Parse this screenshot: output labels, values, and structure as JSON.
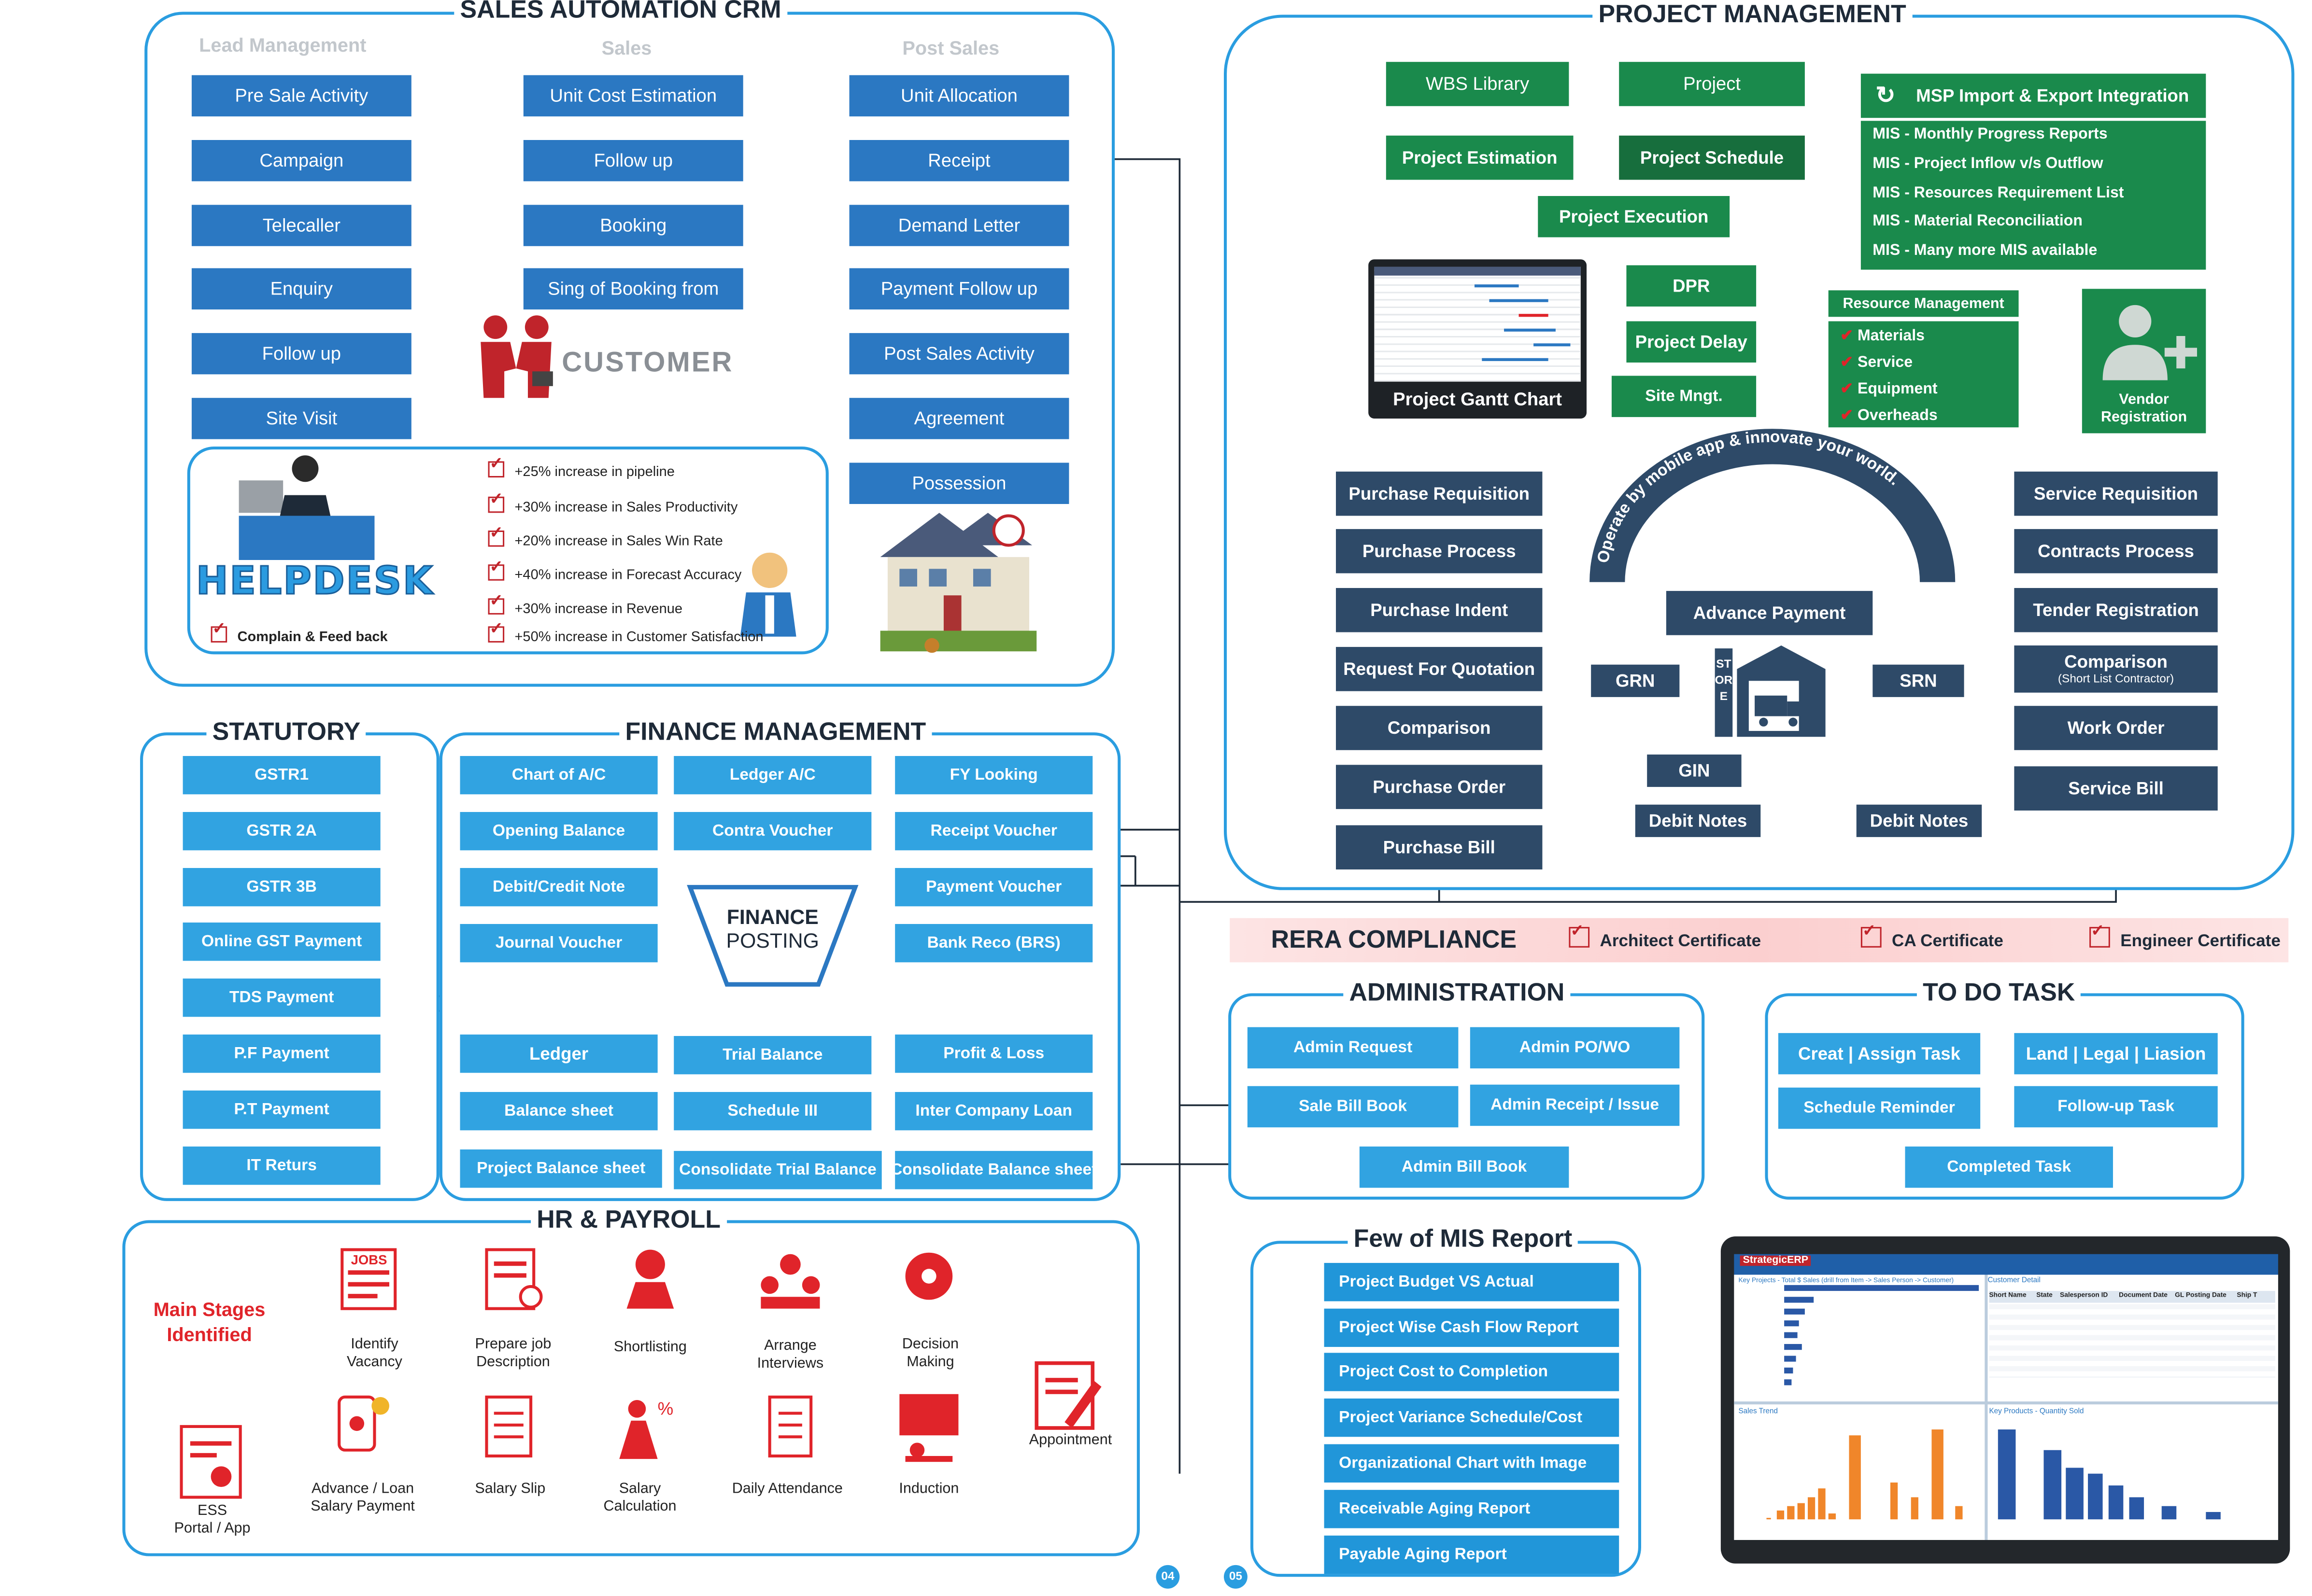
{
  "sales": {
    "title": "SALES AUTOMATION CRM",
    "col_lead": "Lead Management",
    "col_sales": "Sales",
    "col_post": "Post Sales",
    "lead": [
      "Pre Sale Activity",
      "Campaign",
      "Telecaller",
      "Enquiry",
      "Follow up",
      "Site Visit"
    ],
    "sales": [
      "Unit Cost Estimation",
      "Follow up",
      "Booking",
      "Sing of Booking from"
    ],
    "post": [
      "Unit Allocation",
      "Receipt",
      "Demand Letter",
      "Payment Follow up",
      "Post Sales Activity",
      "Agreement",
      "Possession"
    ],
    "customer": "CUSTOMER",
    "helpdesk": "HELPDESK",
    "complain": "Complain & Feed back",
    "benefits": [
      "+25% increase in pipeline",
      "+30% increase in Sales Productivity",
      "+20% increase in Sales Win Rate",
      "+40% increase in Forecast Accuracy",
      "+30% increase in Revenue",
      "+50% increase in Customer Satisfaction"
    ]
  },
  "statutory": {
    "title": "STATUTORY",
    "items": [
      "GSTR1",
      "GSTR 2A",
      "GSTR 3B",
      "Online GST Payment",
      "TDS Payment",
      "P.F Payment",
      "P.T Payment",
      "IT Returs"
    ]
  },
  "finance": {
    "title": "FINANCE MANAGEMENT",
    "row1": [
      "Chart of A/C",
      "Ledger A/C",
      "FY Looking"
    ],
    "row2": [
      "Opening Balance",
      "Contra Voucher",
      "Receipt Voucher"
    ],
    "left": [
      "Debit/Credit Note",
      "Journal Voucher"
    ],
    "right": [
      "Payment Voucher",
      "Bank Reco (BRS)"
    ],
    "posting1": "FINANCE",
    "posting2": "POSTING",
    "row5": [
      "Ledger",
      "Trial Balance",
      "Profit & Loss"
    ],
    "row6": [
      "Balance sheet",
      "Schedule III",
      "Inter Company Loan"
    ],
    "row7": [
      "Project Balance sheet",
      "Consolidate Trial Balance",
      "Consolidate Balance sheet"
    ]
  },
  "hr": {
    "title": "HR & PAYROLL",
    "main_stages": "Main Stages\nIdentified",
    "top": [
      "Identify\nVacancy",
      "Prepare job\nDescription",
      "Shortlisting",
      "Arrange\nInterviews",
      "Decision\nMaking"
    ],
    "appointment": "Appointment",
    "bottom": [
      "Advance / Loan\nSalary Payment",
      "Salary Slip",
      "Salary\nCalculation",
      "Daily Attendance",
      "Induction"
    ],
    "ess": "ESS\nPortal / App",
    "jobs": "JOBS"
  },
  "pm": {
    "title": "PROJECT MANAGEMENT",
    "wbs": "WBS Library",
    "project": "Project",
    "estimation": "Project Estimation",
    "schedule": "Project Schedule",
    "execution": "Project Execution",
    "msp": "MSP Import & Export Integration",
    "mis": [
      "MIS - Monthly Progress Reports",
      "MIS - Project Inflow v/s Outflow",
      "MIS - Resources Requirement List",
      "MIS - Material Reconciliation",
      "MIS - Many more MIS available"
    ],
    "gantt": "Project Gantt Chart",
    "dpr": "DPR",
    "delay": "Project Delay",
    "site": "Site Mngt.",
    "resource_title": "Resource Management",
    "resources": [
      "Materials",
      "Service",
      "Equipment",
      "Overheads"
    ],
    "vendor": "Vendor\nRegistration",
    "left": [
      "Purchase Requisition",
      "Purchase Process",
      "Purchase Indent",
      "Request For Quotation",
      "Comparison",
      "Purchase Order",
      "Purchase Bill"
    ],
    "right": [
      "Service Requisition",
      "Contracts Process",
      "Tender Registration",
      "Comparison",
      "Work Order",
      "Service Bill"
    ],
    "comparison_sub": "(Short List Contractor)",
    "arc": "Operate by mobile app & innovate your world.",
    "advance": "Advance Payment",
    "grn": "GRN",
    "gin": "GIN",
    "srn": "SRN",
    "debit": "Debit Notes",
    "store": "STORE"
  },
  "rera": {
    "title": "RERA COMPLIANCE",
    "items": [
      "Architect Certificate",
      "CA Certificate",
      "Engineer Certificate"
    ]
  },
  "admin": {
    "title": "ADMINISTRATION",
    "items": [
      "Admin Request",
      "Admin PO/WO",
      "Sale Bill Book",
      "Admin Receipt / Issue",
      "Admin Bill Book"
    ]
  },
  "todo": {
    "title": "TO DO TASK",
    "items": [
      "Creat | Assign Task",
      "Land | Legal | Liasion",
      "Schedule Reminder",
      "Follow-up Task",
      "Completed Task"
    ]
  },
  "mis": {
    "title": "Few of MIS Report",
    "items": [
      "Project Budget VS Actual",
      "Project Wise Cash Flow Report",
      "Project Cost to Completion",
      "Project Variance Schedule/Cost",
      "Organizational Chart with Image",
      "Receivable Aging Report",
      "Payable Aging Report"
    ]
  },
  "dashboard": {
    "brand": "StrategicERP",
    "key_projects": "Key Projects - Total $ Sales (drill from Item -> Sales Person -> Customer)",
    "customer_detail": "Customer Detail",
    "sales_trend": "Sales Trend",
    "key_products": "Key Products - Quantity Sold",
    "cols": [
      "Short Name",
      "State",
      "Salesperson ID",
      "Document Date",
      "GL Posting Date",
      "Ship T"
    ]
  },
  "pages": [
    "04",
    "05"
  ]
}
